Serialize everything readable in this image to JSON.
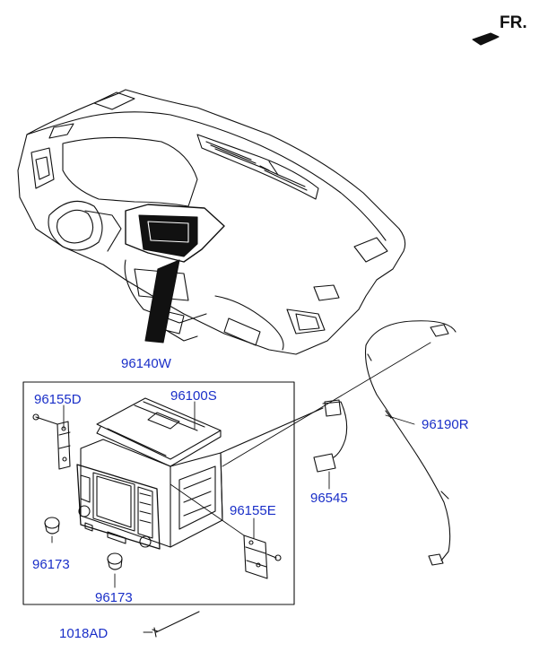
{
  "orientation": {
    "label": "FR."
  },
  "parts": {
    "trim_bezel": "96140W",
    "bracket_left": "96155D",
    "head_unit": "96100S",
    "wiring_harness": "96190R",
    "usb_jack": "96545",
    "bracket_right": "96155E",
    "knob_left": "96173",
    "knob_lower": "96173",
    "screw": "1018AD"
  },
  "colors": {
    "label_text": "#1a2fc8",
    "line_art": "#111111"
  }
}
